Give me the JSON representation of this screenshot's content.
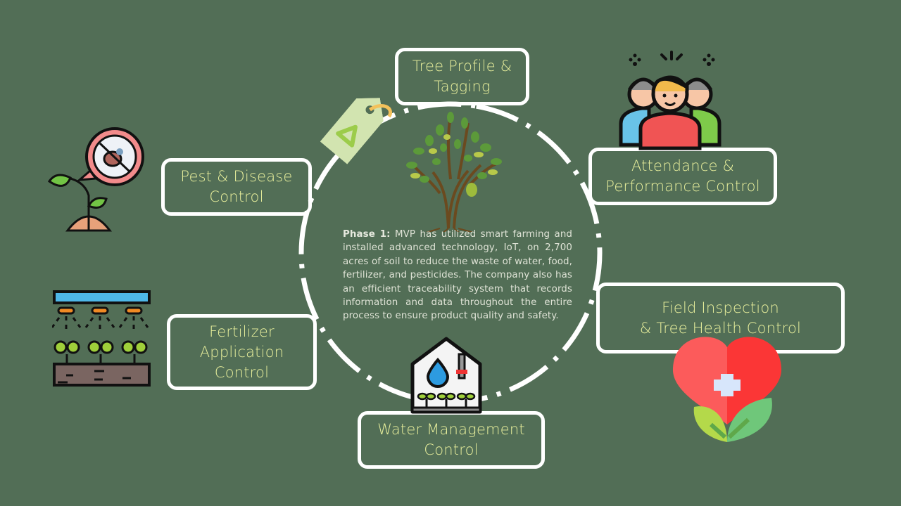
{
  "diagram": {
    "title": "Smart farming process cycle",
    "center_text": {
      "label": "Phase 1:",
      "body": "MVP has utilized smart farming and installed advanced technology, IoT, on 2,700 acres of soil to reduce the waste of water, food, fertilizer, and pesticides. The company also has an efficient traceability system that records information and data throughout the entire process to ensure product quality and safety."
    },
    "nodes": [
      {
        "id": "tree-profile",
        "label": "Tree Profile &\nTagging",
        "icon": "price-tag-recycle-icon"
      },
      {
        "id": "attendance",
        "label": "Attendance &\nPerformance Control",
        "icon": "team-people-icon"
      },
      {
        "id": "field-inspection",
        "label": "Field Inspection\n& Tree Health Control",
        "icon": "heart-leaf-health-icon"
      },
      {
        "id": "water-management",
        "label": "Water Management\nControl",
        "icon": "greenhouse-water-icon"
      },
      {
        "id": "fertilizer",
        "label": "Fertilizer\nApplication\nControl",
        "icon": "sprinkler-seedlings-icon"
      },
      {
        "id": "pest-disease",
        "label": "Pest & Disease\nControl",
        "icon": "no-bug-plant-icon"
      }
    ],
    "colors": {
      "background": "#526e56",
      "box_border": "#ffffff",
      "box_text": "#e8ef9c",
      "body_text": "#dfe3d6"
    }
  }
}
